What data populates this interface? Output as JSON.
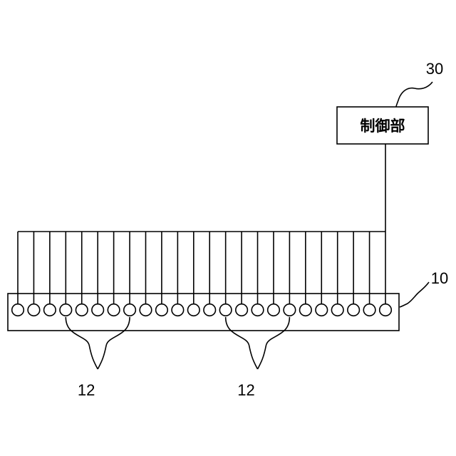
{
  "controller": {
    "label": "制御部",
    "ref": "30"
  },
  "array": {
    "ref": "10",
    "element_count": 24
  },
  "groups": [
    {
      "ref": "12",
      "first_element": 4,
      "last_element": 8
    },
    {
      "ref": "12",
      "first_element": 14,
      "last_element": 18
    }
  ]
}
